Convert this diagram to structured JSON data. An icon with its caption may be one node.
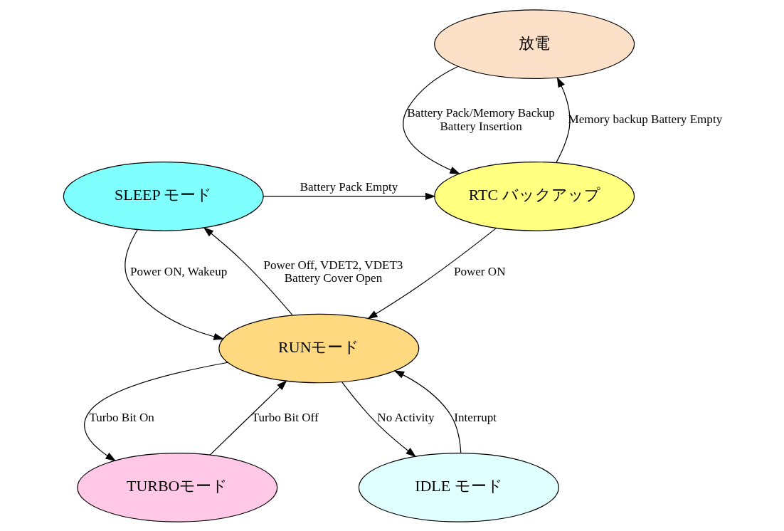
{
  "diagram": {
    "nodes": [
      {
        "text": [
          "放電"
        ]
      },
      {
        "text": [
          "RTC バックアップ"
        ]
      },
      {
        "text": [
          "SLEEP モード"
        ]
      },
      {
        "text": [
          "RUNモード"
        ]
      },
      {
        "text": [
          "TURBOモード"
        ]
      },
      {
        "text": [
          "IDLE モード"
        ]
      }
    ],
    "edges": [
      {
        "from": 0,
        "to": 1,
        "arrow": "to",
        "label": "Battery Pack/Memory Backup Battery Insertion"
      },
      {
        "from": 1,
        "to": 0,
        "arrow": "to",
        "label": "Memory backup Battery Empty"
      },
      {
        "from": 2,
        "to": 1,
        "arrow": "to",
        "label": "Battery Pack Empty"
      },
      {
        "from": 1,
        "to": 3,
        "arrow": "to",
        "label": "Power ON"
      },
      {
        "from": 2,
        "to": 3,
        "arrow": "to",
        "label": "Power ON, Wakeup"
      },
      {
        "from": 3,
        "to": 2,
        "arrow": "to",
        "label": "Power Off, VDET2, VDET3 Battery Cover Open"
      },
      {
        "from": 3,
        "to": 4,
        "arrow": "to",
        "label": "Turbo Bit On"
      },
      {
        "from": 4,
        "to": 3,
        "arrow": "to",
        "label": "Turbo Bit Off"
      },
      {
        "from": 3,
        "to": 5,
        "arrow": "to",
        "label": "No Activity"
      },
      {
        "from": 5,
        "to": 3,
        "arrow": "to",
        "label": "Interrupt"
      }
    ]
  }
}
